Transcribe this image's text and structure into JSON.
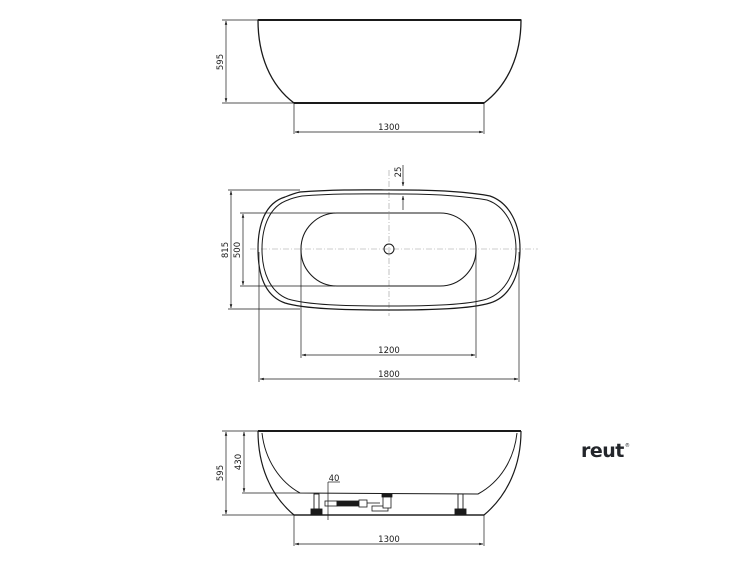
{
  "views": {
    "front_top": {
      "height_label": "595",
      "base_width_label": "1300"
    },
    "plan": {
      "rim_offset_label": "25",
      "outer_width_label": "815",
      "inner_width_label": "500",
      "inner_length_label": "1200",
      "outer_length_label": "1800"
    },
    "section": {
      "total_height_label": "595",
      "inner_depth_label": "430",
      "drain_offset_label": "40",
      "base_width_label": "1300"
    }
  },
  "brand": {
    "logo_text": "reut",
    "logo_mark": "®"
  },
  "colors": {
    "line": "#1a1a1a",
    "centerline": "#9a9a9a",
    "logo": "#23262b"
  }
}
